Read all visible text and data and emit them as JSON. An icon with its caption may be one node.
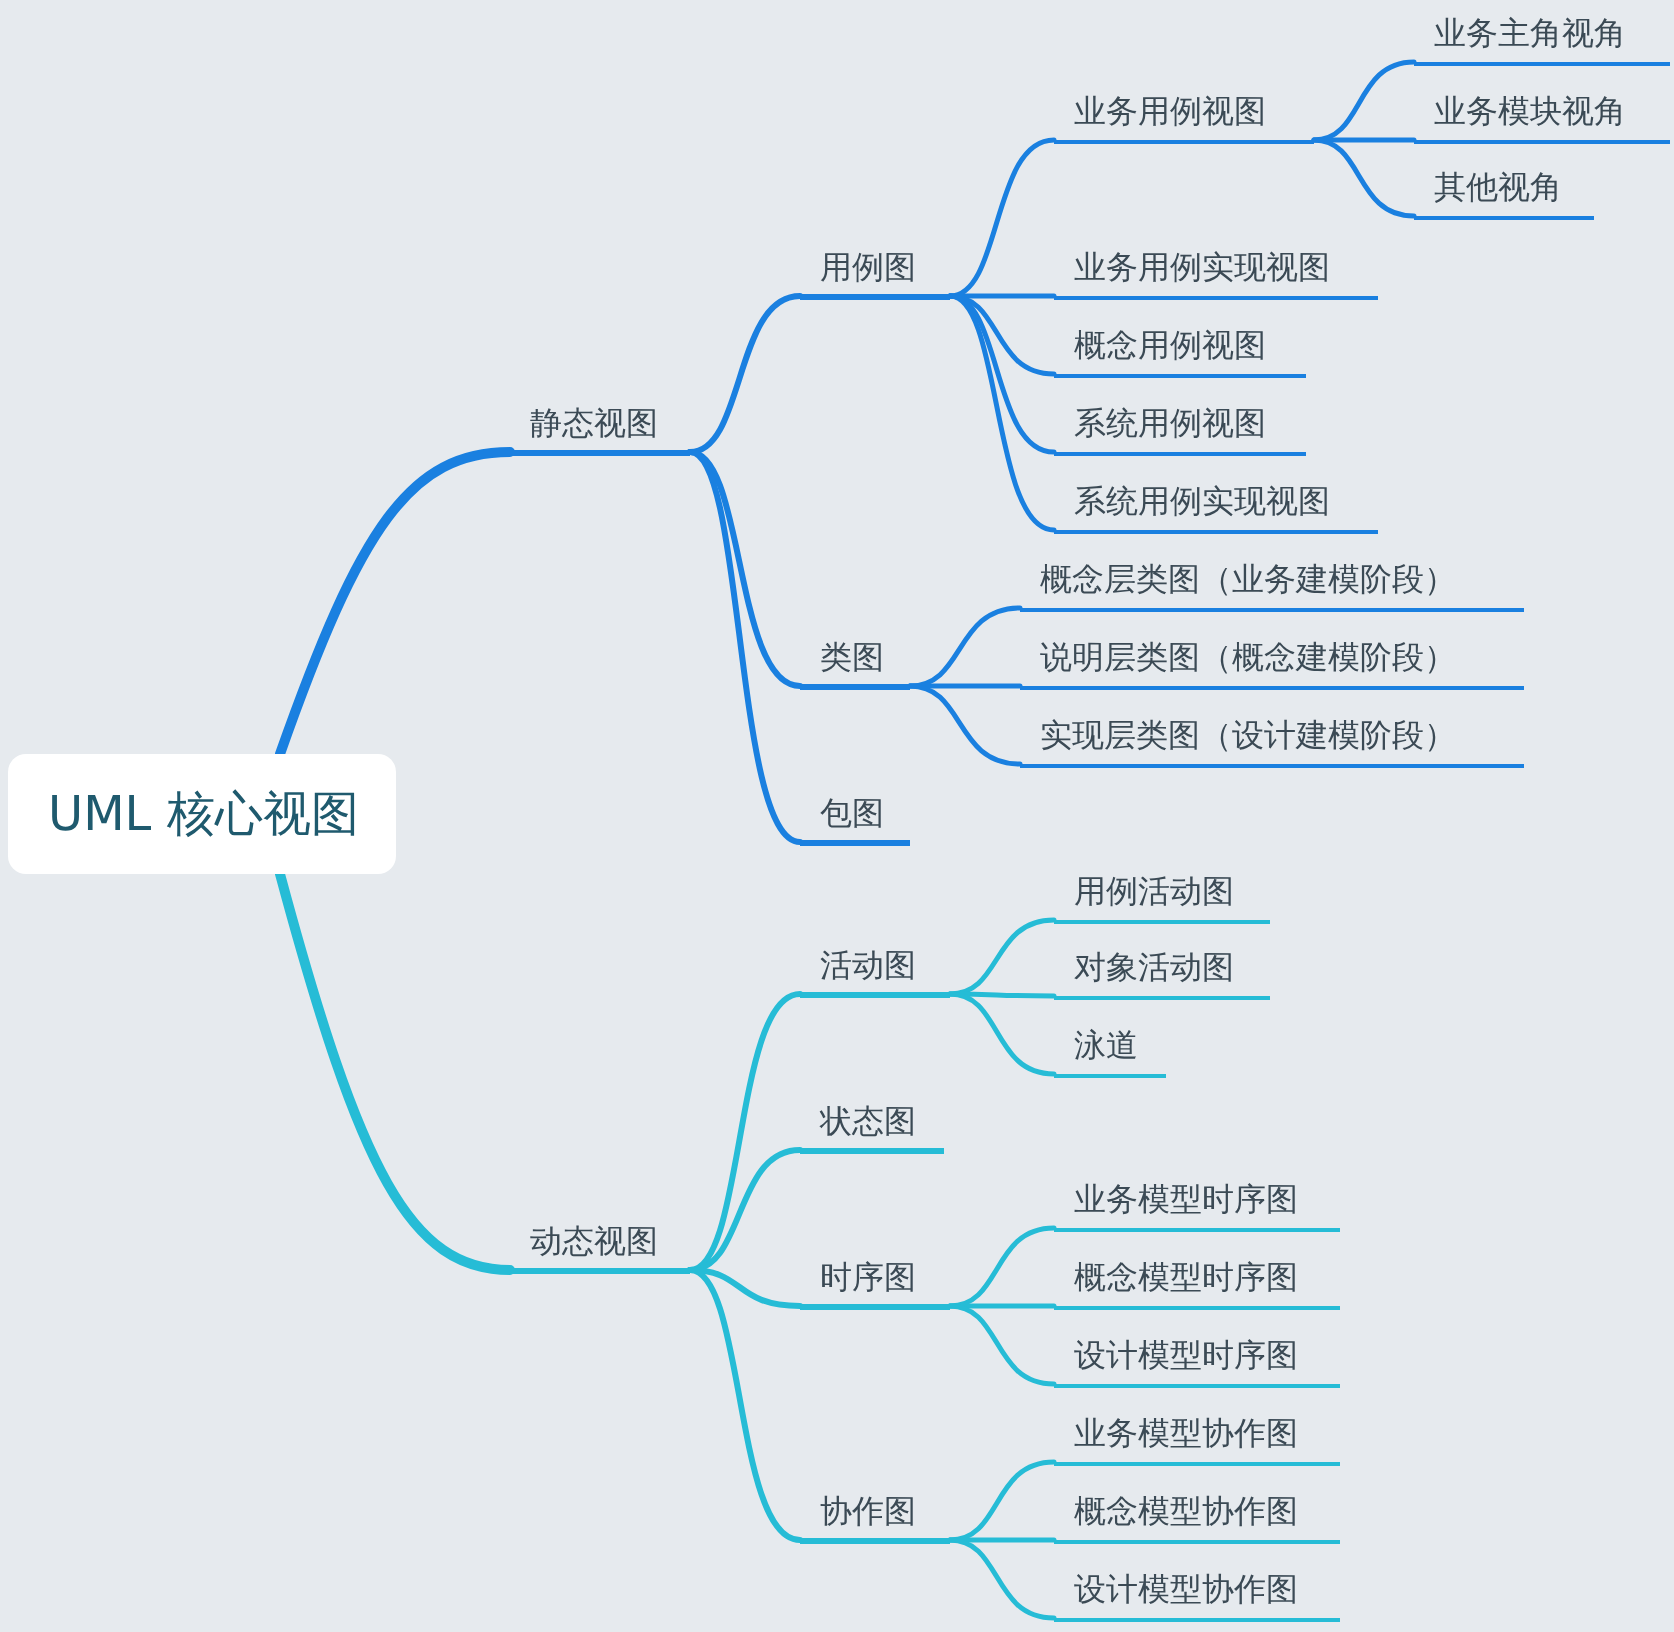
{
  "diagram": {
    "nodes": [
      {
        "text": [
          "UML 核心视图"
        ]
      },
      {
        "text": [
          "静态视图"
        ]
      },
      {
        "text": [
          "用例图"
        ]
      },
      {
        "text": [
          "业务用例视图"
        ]
      },
      {
        "text": [
          "业务主角视角"
        ]
      },
      {
        "text": [
          "业务模块视角"
        ]
      },
      {
        "text": [
          "其他视角"
        ]
      },
      {
        "text": [
          "业务用例实现视图"
        ]
      },
      {
        "text": [
          "概念用例视图"
        ]
      },
      {
        "text": [
          "系统用例视图"
        ]
      },
      {
        "text": [
          "系统用例实现视图"
        ]
      },
      {
        "text": [
          "类图"
        ]
      },
      {
        "text": [
          "概念层类图（业务建模阶段）"
        ]
      },
      {
        "text": [
          "说明层类图（概念建模阶段）"
        ]
      },
      {
        "text": [
          "实现层类图（设计建模阶段）"
        ]
      },
      {
        "text": [
          "包图"
        ]
      },
      {
        "text": [
          "动态视图"
        ]
      },
      {
        "text": [
          "活动图"
        ]
      },
      {
        "text": [
          "用例活动图"
        ]
      },
      {
        "text": [
          "对象活动图"
        ]
      },
      {
        "text": [
          "泳道"
        ]
      },
      {
        "text": [
          "状态图"
        ]
      },
      {
        "text": [
          "时序图"
        ]
      },
      {
        "text": [
          "业务模型时序图"
        ]
      },
      {
        "text": [
          "概念模型时序图"
        ]
      },
      {
        "text": [
          "设计模型时序图"
        ]
      },
      {
        "text": [
          "协作图"
        ]
      },
      {
        "text": [
          "业务模型协作图"
        ]
      },
      {
        "text": [
          "概念模型协作图"
        ]
      },
      {
        "text": [
          "设计模型协作图"
        ]
      }
    ],
    "edges": [
      {
        "from": 0,
        "to": 1,
        "arrow": "none",
        "style": "thick"
      },
      {
        "from": 1,
        "to": 2,
        "arrow": "none"
      },
      {
        "from": 2,
        "to": 3,
        "arrow": "none"
      },
      {
        "from": 3,
        "to": 4,
        "arrow": "none"
      },
      {
        "from": 3,
        "to": 5,
        "arrow": "none"
      },
      {
        "from": 3,
        "to": 6,
        "arrow": "none"
      },
      {
        "from": 2,
        "to": 7,
        "arrow": "none"
      },
      {
        "from": 2,
        "to": 8,
        "arrow": "none"
      },
      {
        "from": 2,
        "to": 9,
        "arrow": "none"
      },
      {
        "from": 2,
        "to": 10,
        "arrow": "none"
      },
      {
        "from": 1,
        "to": 11,
        "arrow": "none"
      },
      {
        "from": 11,
        "to": 12,
        "arrow": "none"
      },
      {
        "from": 11,
        "to": 13,
        "arrow": "none"
      },
      {
        "from": 11,
        "to": 14,
        "arrow": "none"
      },
      {
        "from": 1,
        "to": 15,
        "arrow": "none"
      },
      {
        "from": 0,
        "to": 16,
        "arrow": "none",
        "style": "thick",
        "color": "#26bcd6"
      },
      {
        "from": 16,
        "to": 17,
        "arrow": "none",
        "color": "#26bcd6"
      },
      {
        "from": 17,
        "to": 18,
        "arrow": "none",
        "color": "#26bcd6"
      },
      {
        "from": 17,
        "to": 19,
        "arrow": "none",
        "color": "#26bcd6"
      },
      {
        "from": 17,
        "to": 20,
        "arrow": "none",
        "color": "#26bcd6"
      },
      {
        "from": 16,
        "to": 21,
        "arrow": "none",
        "color": "#26bcd6"
      },
      {
        "from": 16,
        "to": 22,
        "arrow": "none",
        "color": "#26bcd6"
      },
      {
        "from": 22,
        "to": 23,
        "arrow": "none",
        "color": "#26bcd6"
      },
      {
        "from": 22,
        "to": 24,
        "arrow": "none",
        "color": "#26bcd6"
      },
      {
        "from": 22,
        "to": 25,
        "arrow": "none",
        "color": "#26bcd6"
      },
      {
        "from": 16,
        "to": 26,
        "arrow": "none",
        "color": "#26bcd6"
      },
      {
        "from": 26,
        "to": 27,
        "arrow": "none",
        "color": "#26bcd6"
      },
      {
        "from": 26,
        "to": 28,
        "arrow": "none",
        "color": "#26bcd6"
      },
      {
        "from": 26,
        "to": 29,
        "arrow": "none",
        "color": "#26bcd6"
      }
    ]
  }
}
